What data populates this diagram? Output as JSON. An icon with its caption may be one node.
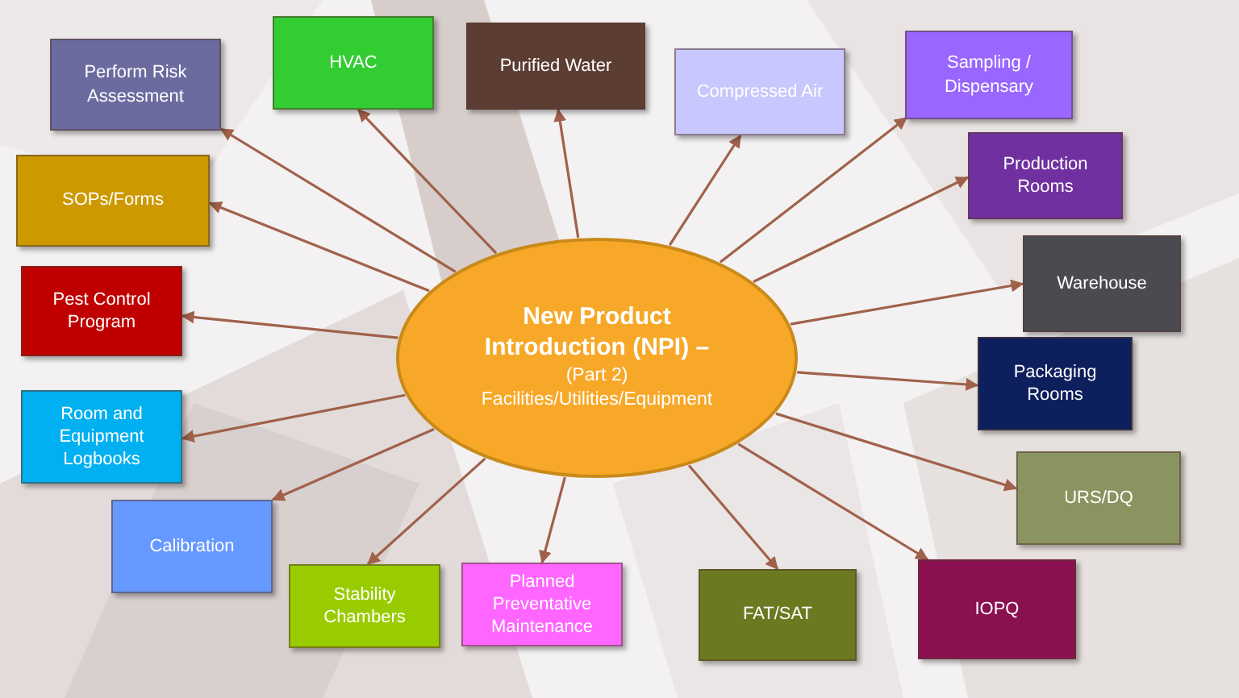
{
  "diagram": {
    "nodes": [
      {
        "text": [
          "New Product Introduction (NPI) –",
          "(Part 2) Facilities/Utilities/Equipment"
        ]
      },
      {
        "text": [
          "Perform Risk Assessment"
        ]
      },
      {
        "text": [
          "HVAC"
        ]
      },
      {
        "text": [
          "Purified Water"
        ]
      },
      {
        "text": [
          "Compressed Air"
        ]
      },
      {
        "text": [
          "Sampling / Dispensary"
        ]
      },
      {
        "text": [
          "Production Rooms"
        ]
      },
      {
        "text": [
          "Warehouse"
        ]
      },
      {
        "text": [
          "Packaging Rooms"
        ]
      },
      {
        "text": [
          "URS/DQ"
        ]
      },
      {
        "text": [
          "IOPQ"
        ]
      },
      {
        "text": [
          "FAT/SAT"
        ]
      },
      {
        "text": [
          "Planned Preventative Maintenance"
        ]
      },
      {
        "text": [
          "Stability Chambers"
        ]
      },
      {
        "text": [
          "Calibration"
        ]
      },
      {
        "text": [
          "Room and Equipment Logbooks"
        ]
      },
      {
        "text": [
          "Pest Control Program"
        ]
      },
      {
        "text": [
          "SOPs/Forms"
        ]
      }
    ],
    "edges": [
      {
        "from": 0,
        "to": 1,
        "arrow": "to"
      },
      {
        "from": 0,
        "to": 2,
        "arrow": "to"
      },
      {
        "from": 0,
        "to": 3,
        "arrow": "to"
      },
      {
        "from": 0,
        "to": 4,
        "arrow": "to"
      },
      {
        "from": 0,
        "to": 5,
        "arrow": "to"
      },
      {
        "from": 0,
        "to": 6,
        "arrow": "to"
      },
      {
        "from": 0,
        "to": 7,
        "arrow": "to"
      },
      {
        "from": 0,
        "to": 8,
        "arrow": "to"
      },
      {
        "from": 0,
        "to": 9,
        "arrow": "to"
      },
      {
        "from": 0,
        "to": 10,
        "arrow": "to"
      },
      {
        "from": 0,
        "to": 11,
        "arrow": "to"
      },
      {
        "from": 0,
        "to": 12,
        "arrow": "to"
      },
      {
        "from": 0,
        "to": 13,
        "arrow": "to"
      },
      {
        "from": 0,
        "to": 14,
        "arrow": "to"
      },
      {
        "from": 0,
        "to": 15,
        "arrow": "to"
      },
      {
        "from": 0,
        "to": 16,
        "arrow": "to"
      },
      {
        "from": 0,
        "to": 17,
        "arrow": "to"
      }
    ]
  }
}
